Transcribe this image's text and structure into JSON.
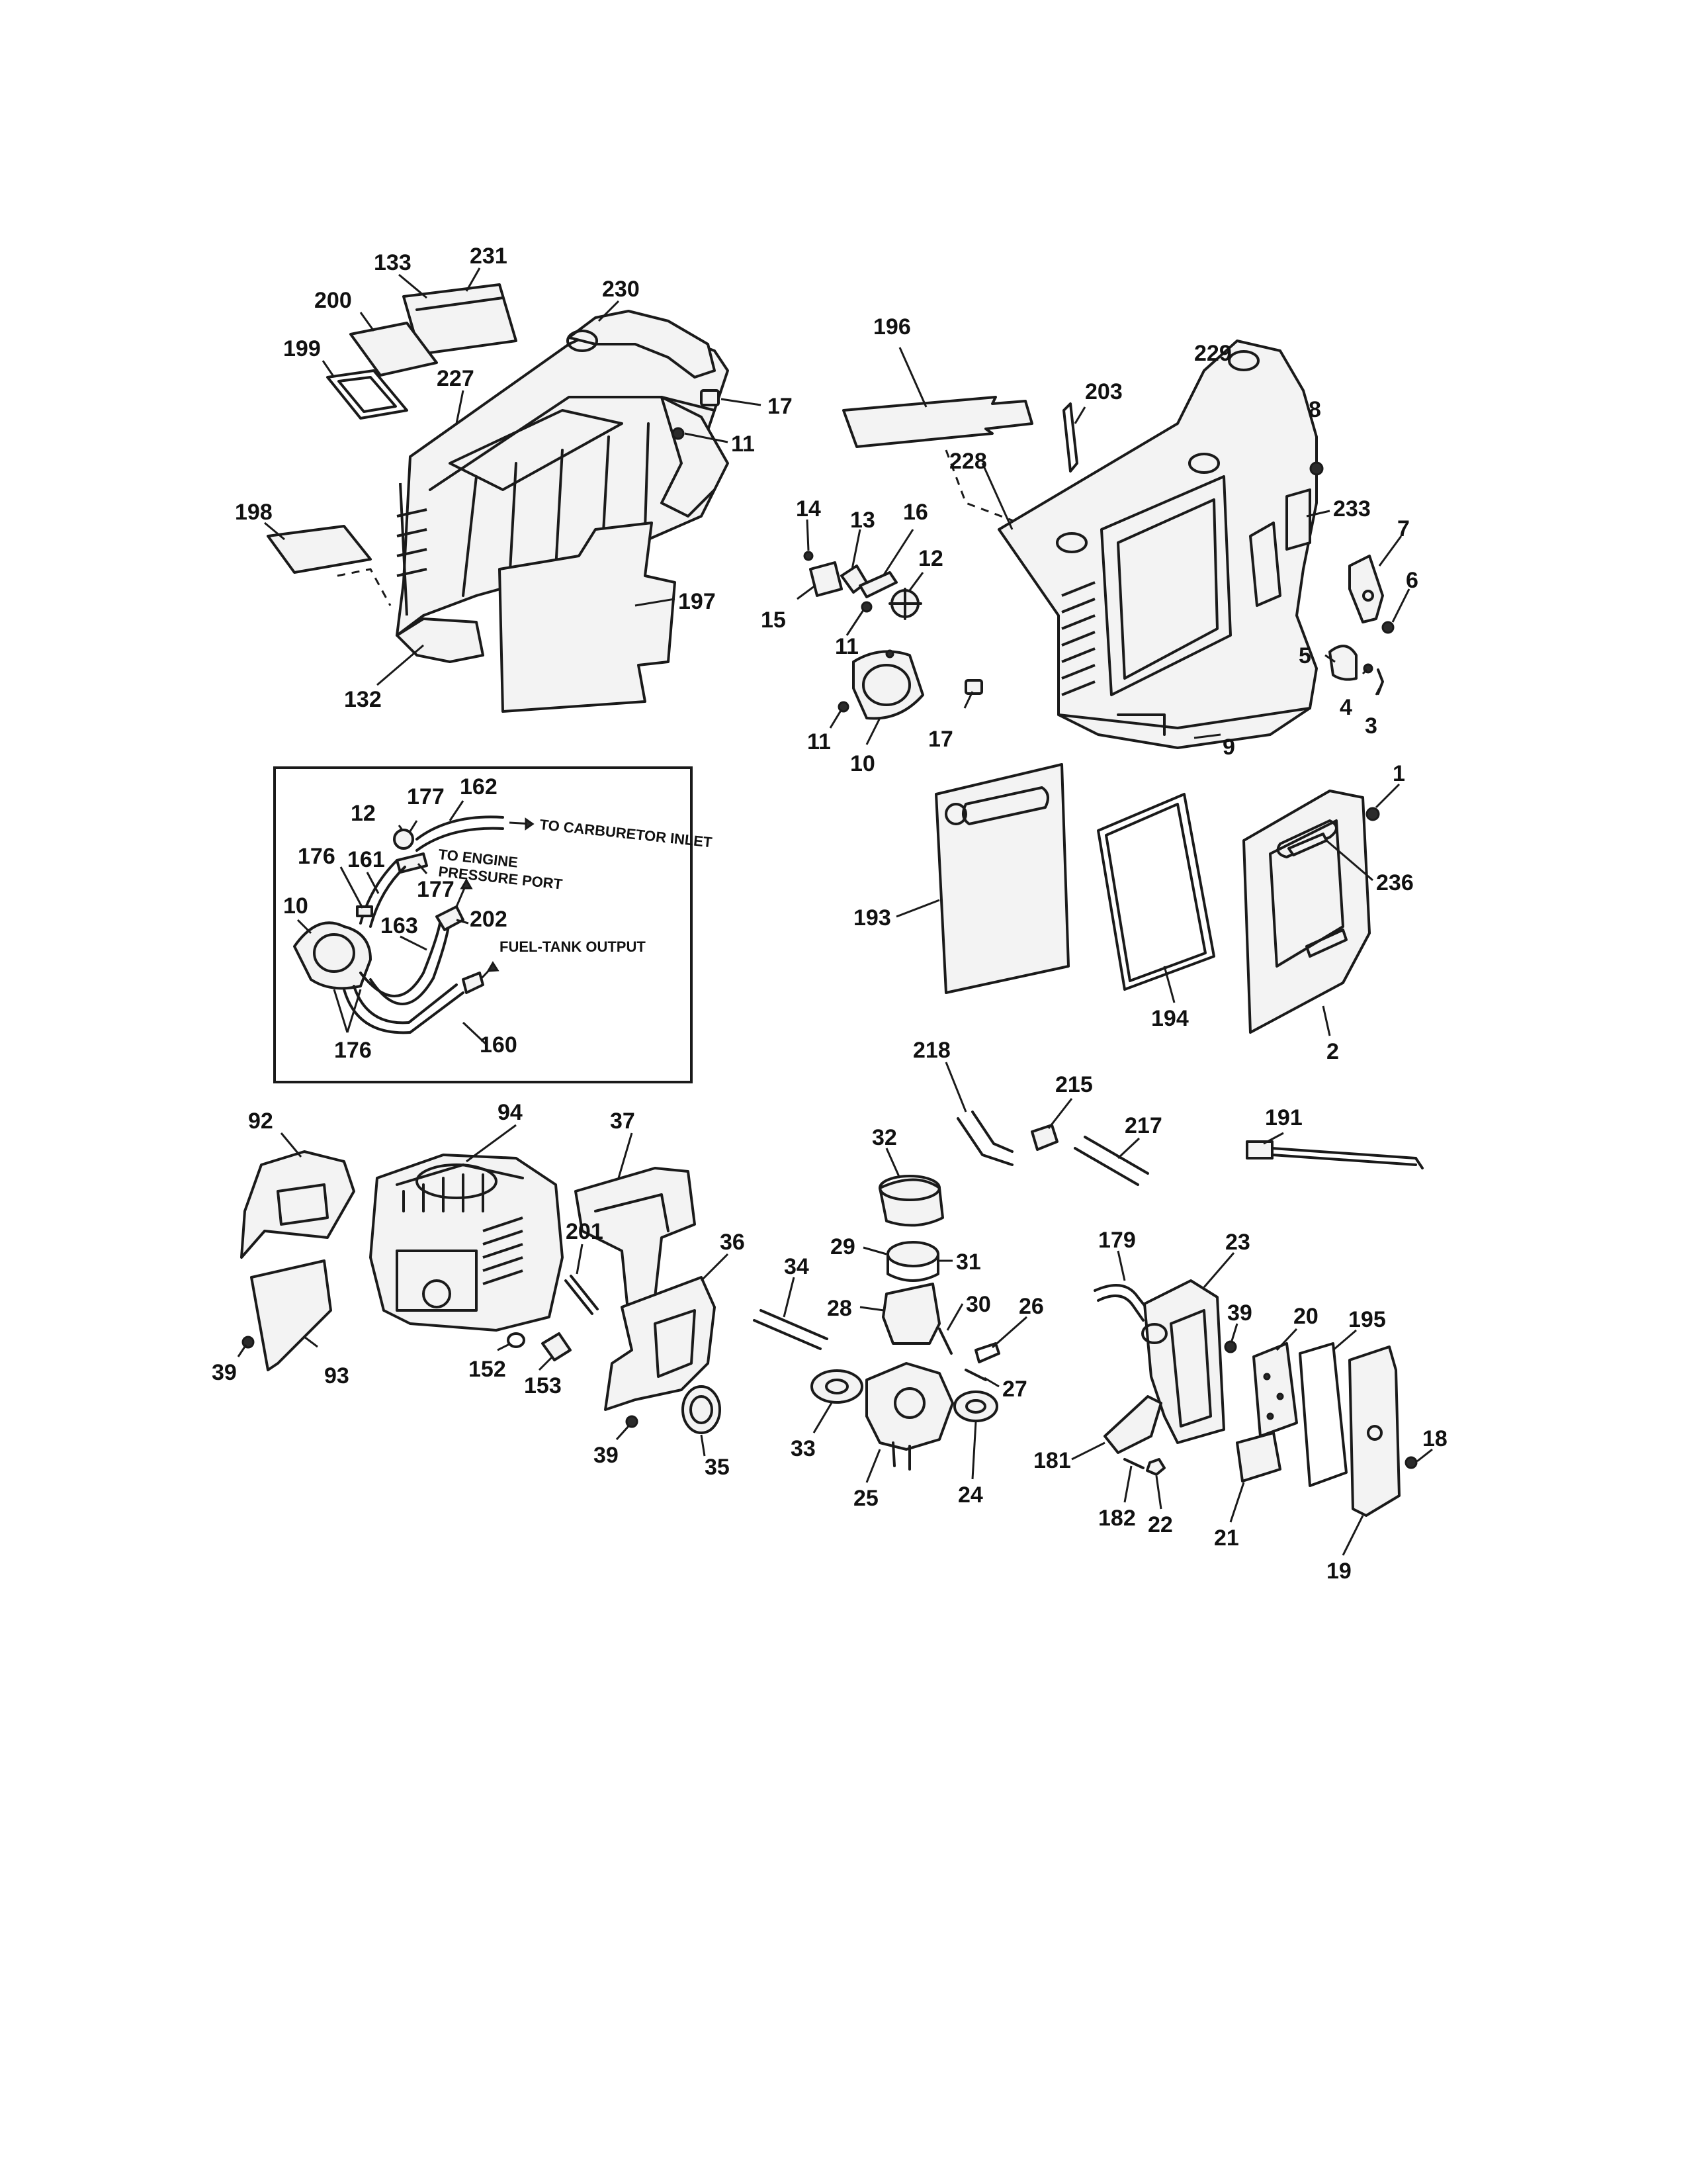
{
  "callouts": {
    "c133": "133",
    "c231": "231",
    "c230": "230",
    "c200": "200",
    "c199": "199",
    "c227": "227",
    "c17a": "17",
    "c11a": "11",
    "c198": "198",
    "c197": "197",
    "c132": "132",
    "c196": "196",
    "c203": "203",
    "c229": "229",
    "c8": "8",
    "c228": "228",
    "c233": "233",
    "c7": "7",
    "c6": "6",
    "c14": "14",
    "c13": "13",
    "c16": "16",
    "c12a": "12",
    "c15": "15",
    "c11b": "11",
    "c5": "5",
    "c4": "4",
    "c3": "3",
    "c11c": "11",
    "c17b": "17",
    "c10a": "10",
    "c9": "9",
    "c1": "1",
    "c236": "236",
    "c193": "193",
    "c194": "194",
    "c2": "2",
    "c12b": "12",
    "c177a": "177",
    "c162": "162",
    "c176a": "176",
    "c161": "161",
    "c177b": "177",
    "c10b": "10",
    "c163": "163",
    "c202": "202",
    "c176b": "176",
    "c160": "160",
    "c218": "218",
    "c215": "215",
    "c217": "217",
    "c191": "191",
    "c92": "92",
    "c94": "94",
    "c37": "37",
    "c36": "36",
    "c201": "201",
    "c39a": "39",
    "c93": "93",
    "c152": "152",
    "c153": "153",
    "c39b": "39",
    "c35": "35",
    "c32": "32",
    "c29": "29",
    "c31": "31",
    "c28": "28",
    "c30": "30",
    "c26": "26",
    "c34": "34",
    "c27": "27",
    "c33": "33",
    "c25": "25",
    "c24": "24",
    "c179": "179",
    "c23": "23",
    "c39c": "39",
    "c20": "20",
    "c195": "195",
    "c18": "18",
    "c181": "181",
    "c182": "182",
    "c22": "22",
    "c21": "21",
    "c19": "19"
  },
  "inset_notes": {
    "to_carburetor_inlet": "TO CARBURETOR INLET",
    "to_engine": "TO ENGINE",
    "pressure_port": "PRESSURE PORT",
    "fuel_tank_output": "FUEL-TANK OUTPUT"
  }
}
